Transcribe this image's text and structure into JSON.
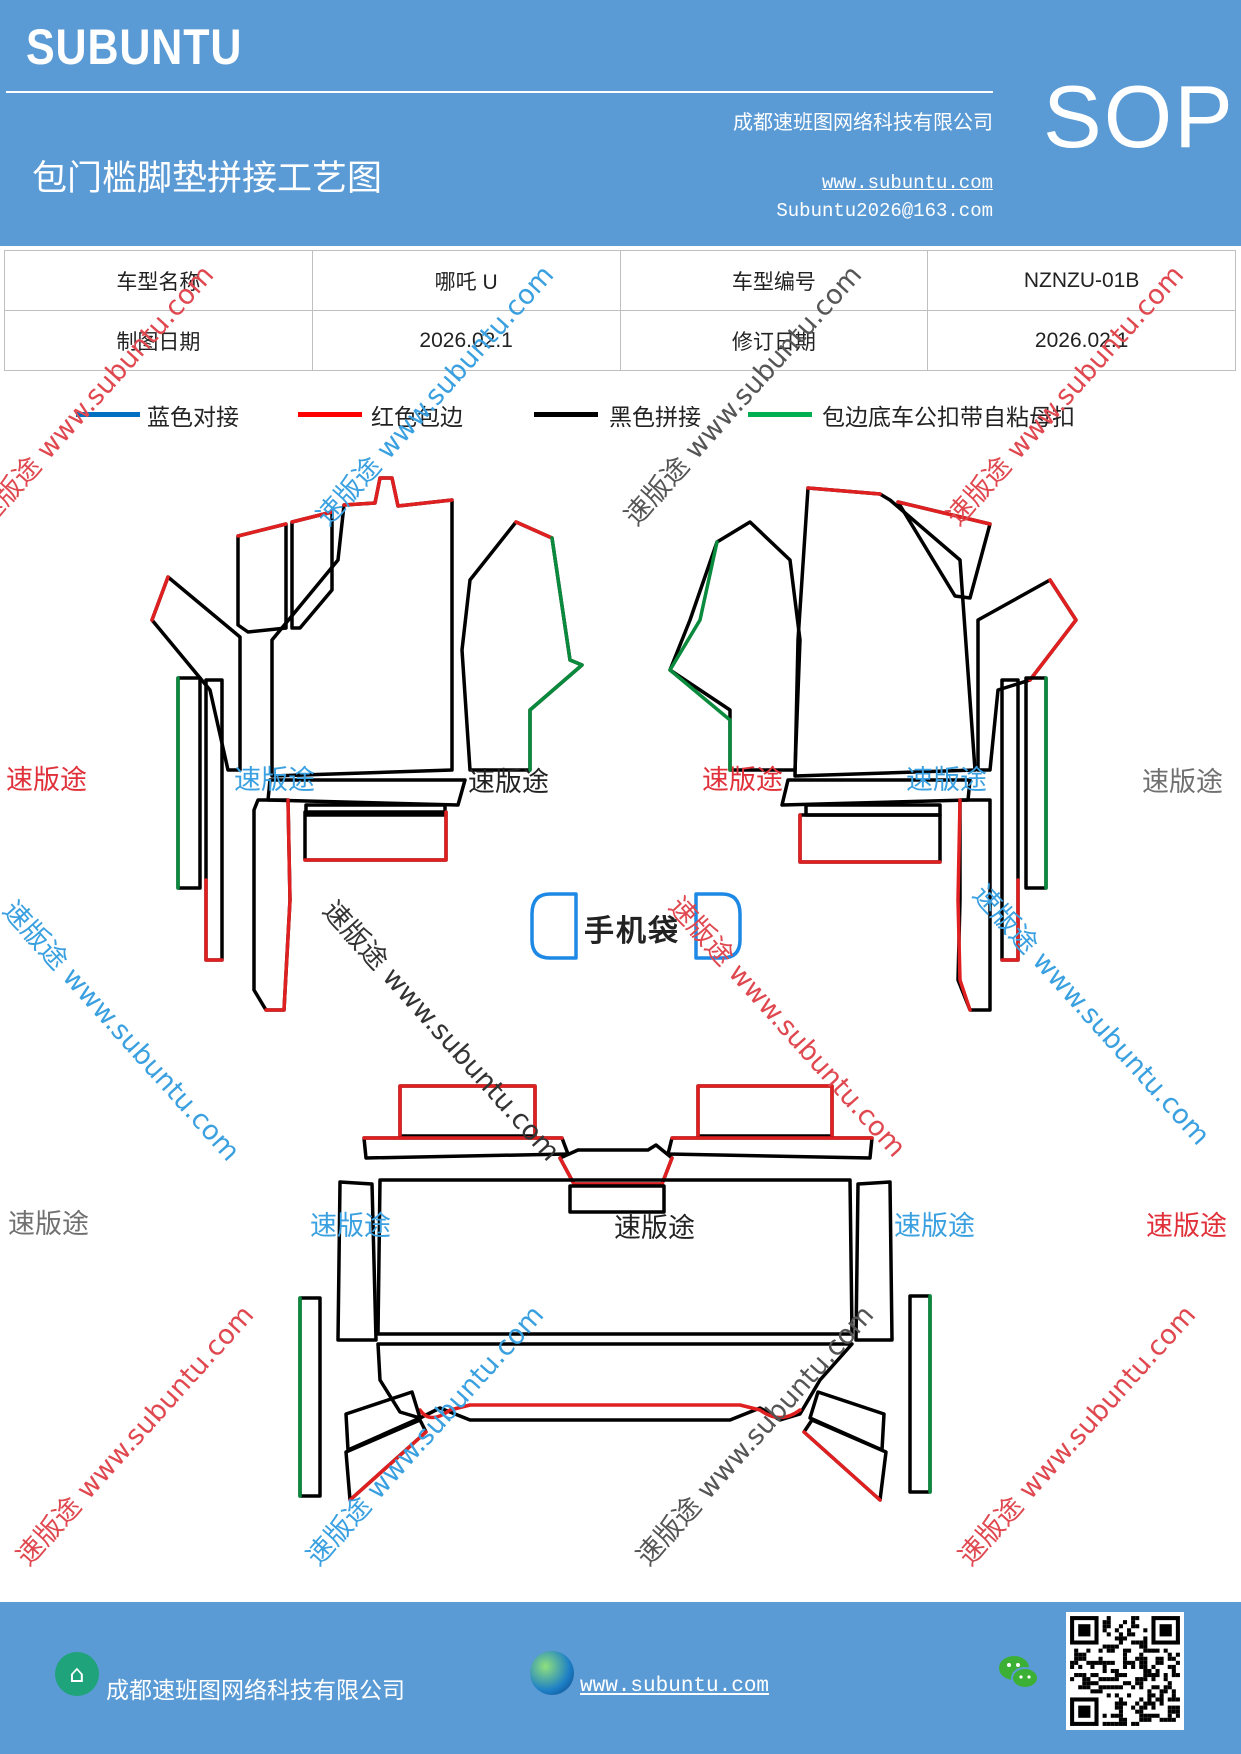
{
  "header": {
    "brand": "SUBUNTU",
    "company": "成都速班图网络科技有限公司",
    "title": "包门槛脚垫拼接工艺图",
    "website": "www.subuntu.com",
    "email": "Subuntu2026@163.com",
    "sop": "SOP"
  },
  "info_table": {
    "model_name_label": "车型名称",
    "model_name_value": "哪吒 U",
    "model_code_label": "车型编号",
    "model_code_value": "NZNZU-01B",
    "draw_date_label": "制图日期",
    "draw_date_value": "2026.02.1",
    "revise_date_label": "修订日期",
    "revise_date_value": "2026.02.1"
  },
  "legend": [
    {
      "label": "蓝色对接",
      "color": "#0070c0"
    },
    {
      "label": "红色包边",
      "color": "#ff0000"
    },
    {
      "label": "黑色拼接",
      "color": "#000000"
    },
    {
      "label": "包边底车公扣带自粘母扣",
      "color": "#00b050"
    }
  ],
  "diagram": {
    "phone_pocket_label": "手机袋"
  },
  "watermarks": {
    "short": "速版途",
    "long": "速版途 www.subuntu.com"
  },
  "footer": {
    "company": "成都速班图网络科技有限公司",
    "website": "www.subuntu.com",
    "icons": [
      "home-icon",
      "globe-icon",
      "wechat-icon",
      "qr-code"
    ]
  }
}
